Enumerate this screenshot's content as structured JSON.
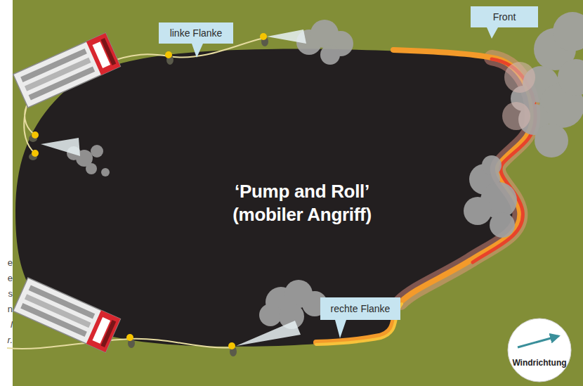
{
  "diagram": {
    "nodes": [
      {
        "text": [
          "linke Flanke"
        ]
      },
      {
        "text": [
          "Front"
        ]
      },
      {
        "text": [
          "‘Pump and Roll’ (mobiler Angriff)"
        ]
      },
      {
        "text": [
          "rechte Flanke"
        ]
      },
      {
        "text": [
          "Windrichtung"
        ]
      }
    ],
    "labels": [
      "e",
      "e",
      "s",
      "n",
      "l",
      "r."
    ]
  }
}
